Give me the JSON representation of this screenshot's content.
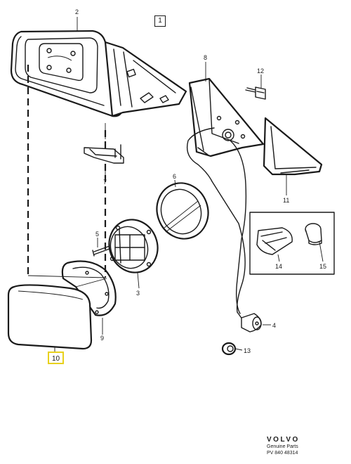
{
  "page_number": "1",
  "callouts": {
    "c2": "2",
    "c8": "8",
    "c12": "12",
    "c7": "7",
    "c6": "6",
    "c11": "11",
    "c5": "5",
    "c14": "14",
    "c15": "15",
    "c3": "3",
    "c9": "9",
    "c4": "4",
    "c13": "13",
    "c10": "10"
  },
  "highlighted_part": "10",
  "highlight_color": "#e8d11c",
  "brand": {
    "logo": "VOLVO",
    "line1": "Genuine Parts",
    "line2": "PV  840 48314"
  }
}
